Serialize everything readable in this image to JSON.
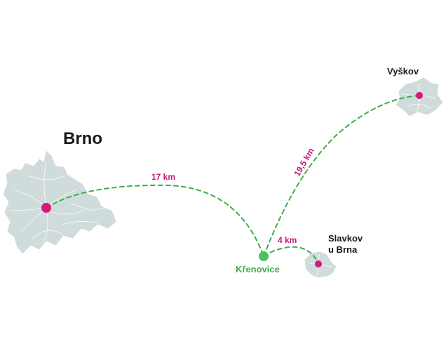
{
  "colors": {
    "city_fill": "#cfdcdb",
    "city_marker": "#d4197a",
    "hub_marker": "#4cc35a",
    "route": "#3fae49",
    "distance_text": "#c2187d",
    "hub_text": "#3fae49"
  },
  "cities": {
    "brno": {
      "name": "Brno"
    },
    "vyskov": {
      "name": "Vyškov"
    },
    "slavkov": {
      "line1": "Slavkov",
      "line2": "u Brna"
    },
    "krenovice": {
      "name": "Křenovice"
    }
  },
  "routes": {
    "brno_krenovice": "17 km",
    "krenovice_vyskov": "19,5 km",
    "krenovice_slavkov": "4 km"
  }
}
